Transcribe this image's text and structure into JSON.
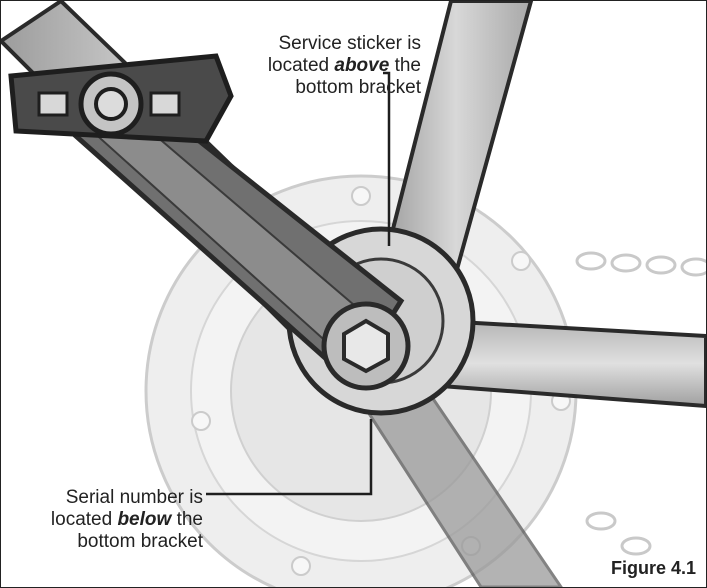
{
  "callouts": {
    "top": {
      "line1": "Service sticker is",
      "line2_pre": "located ",
      "line2_em": "above",
      "line2_post": " the",
      "line3": "bottom bracket"
    },
    "bottom": {
      "line1": "Serial number is",
      "line2_pre": "located ",
      "line2_em": "below",
      "line2_post": " the",
      "line3": "bottom bracket"
    }
  },
  "figure_label": "Figure 4.1",
  "colors": {
    "tube_fill": "#c9c9c9",
    "tube_dark": "#8f8f8f",
    "outline": "#2a2a2a",
    "chainring_faded": "#d6d6d6",
    "crank_fill": "#6d6d6d"
  }
}
